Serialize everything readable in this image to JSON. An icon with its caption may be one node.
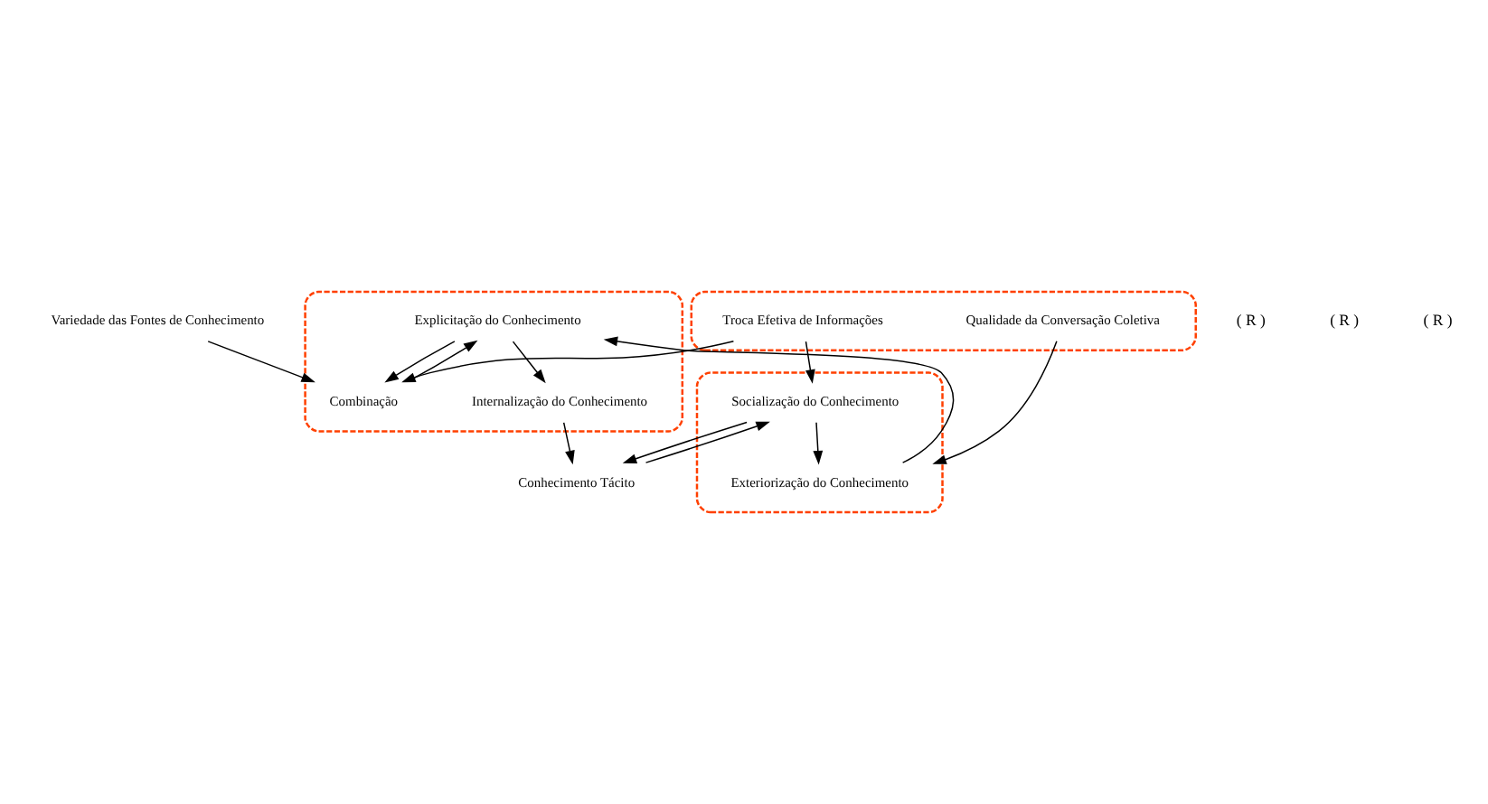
{
  "diagram": {
    "nodes": [
      {
        "text": [],
        "shape": "ellipse"
      },
      {
        "text": [
          "Explicitação do Conhecimento"
        ],
        "in": 0
      },
      {
        "text": [
          "Combinação"
        ],
        "in": 0
      },
      {
        "text": [
          "Internalização do Conhecimento"
        ],
        "in": 0
      },
      {
        "text": [
          "Variedade das Fontes de Conhecimento"
        ]
      },
      {
        "text": [],
        "shape": "ellipse"
      },
      {
        "text": [
          "Qualidade da Conversação Coletiva"
        ],
        "in": 5
      },
      {
        "text": [
          "Troca Efetiva de Informações"
        ],
        "in": 5
      },
      {
        "text": [],
        "shape": "ellipse"
      },
      {
        "text": [
          "Exteriorização do Conhecimento"
        ],
        "in": 8
      },
      {
        "text": [
          "Socialização do Conhecimento"
        ],
        "in": 8
      },
      {
        "text": [
          "Conhecimento Tácito"
        ]
      }
    ],
    "edges": [
      {
        "from": 9,
        "to": 1,
        "arrow": "to"
      },
      {
        "from": 1,
        "to": 3,
        "arrow": "to"
      },
      {
        "from": 2,
        "to": 1,
        "arrow": "to"
      },
      {
        "from": 1,
        "to": 2,
        "arrow": "to"
      },
      {
        "from": 4,
        "to": 2,
        "arrow": "to"
      },
      {
        "from": 7,
        "to": 2,
        "arrow": "to"
      },
      {
        "from": 3,
        "to": 11,
        "arrow": "to"
      },
      {
        "from": 10,
        "to": 11,
        "arrow": "to"
      },
      {
        "from": 11,
        "to": 10,
        "arrow": "to"
      },
      {
        "from": 10,
        "to": 9,
        "arrow": "to"
      },
      {
        "from": 6,
        "to": 9,
        "arrow": "to"
      },
      {
        "from": 7,
        "to": 10,
        "arrow": "to"
      }
    ],
    "labels": [
      "( R )",
      "( R )",
      "( R )"
    ]
  }
}
